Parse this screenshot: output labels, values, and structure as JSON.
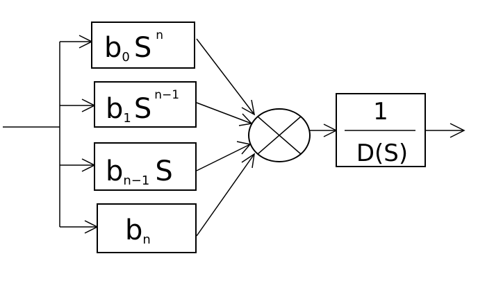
{
  "blocks": [
    {
      "main": "b",
      "sub": "0",
      "mid": "S",
      "sup": "n"
    },
    {
      "main": "b",
      "sub": "1",
      "mid": "S",
      "sup": "n−1"
    },
    {
      "main": "b",
      "sub": "n−1",
      "mid": "S",
      "sup": ""
    },
    {
      "main": "b",
      "sub": "n",
      "mid": "",
      "sup": ""
    }
  ],
  "summer_symbol": "⊗",
  "transfer": {
    "numerator": "1",
    "denominator": "D(S)"
  }
}
